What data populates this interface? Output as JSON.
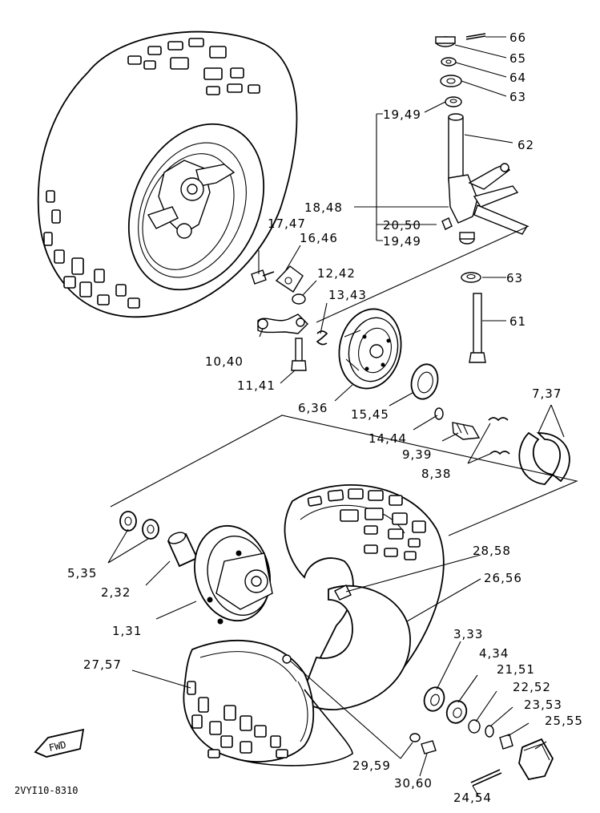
{
  "diagram": {
    "catalog_code": "2VYI10-8310",
    "fwd_label": "FWD",
    "callouts": [
      "66",
      "65",
      "64",
      "63",
      "19,49",
      "62",
      "18,48",
      "20,50",
      "19,49",
      "17,47",
      "16,46",
      "12,42",
      "13,43",
      "63",
      "61",
      "10,40",
      "11,41",
      "6,36",
      "15,45",
      "14,44",
      "9,39",
      "8,38",
      "7,37",
      "5,35",
      "2,32",
      "28,58",
      "26,56",
      "1,31",
      "27,57",
      "3,33",
      "4,34",
      "21,51",
      "22,52",
      "23,53",
      "25,55",
      "29,59",
      "30,60",
      "24,54"
    ]
  }
}
